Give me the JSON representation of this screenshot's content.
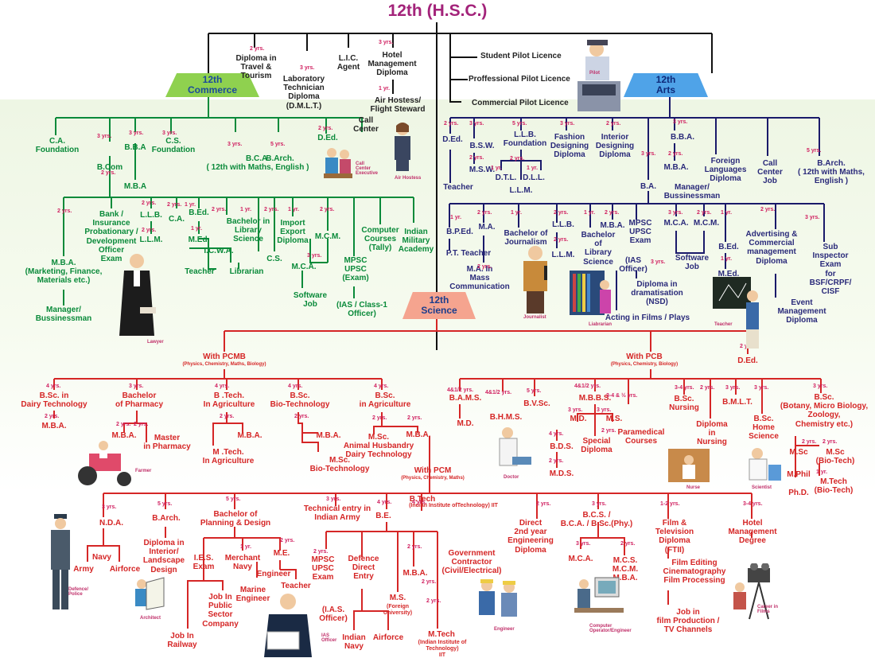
{
  "title": "12th (H.S.C.)",
  "hubs": {
    "commerce": "12th\nCommerce",
    "arts": "12th\nArts",
    "science": "12th\nScience"
  },
  "yr": "yrs.",
  "yr1": "yr.",
  "top_branch": {
    "travel": "Diploma in\nTravel &\nTourism",
    "lab": "Laboratory\nTechnician\nDiploma\n(D.M.L.T.)",
    "lic": "L.I.C.\nAgent",
    "hotel": "Hotel\nManagement\nDiploma",
    "air": "Air Hostess/\nFlight Steward",
    "pilot1": "Student Pilot Licence",
    "pilot2": "Proffessional Pilot Licence",
    "pilot3": "Commercial Pilot Licence"
  },
  "commerce": {
    "ca": "C.A.\nFoundation",
    "bba": "B.B.A",
    "cs": "C.S.\nFoundation",
    "bca": "B.C.A.\n( 12th with Maths, English )",
    "barch": "B.Arch.",
    "ded": "D.Ed.",
    "call": "Call\nCenter",
    "bcom": "B.Com",
    "mba": "M.B.A",
    "bank": "Bank /\nInsurance\nProbationary /\nDevelopment\nOfficer\nExam",
    "llb": "L.L.B.",
    "llm": "L.L.M.",
    "ca2": "C.A.",
    "bed": "B.Ed.",
    "med": "M.Ed.",
    "blib": "Bachelor in\nLibrary\nScience",
    "librarian": "Librarian",
    "import": "Import\nExport\nDiploma",
    "mcm": "M.C.M.",
    "comp": "Computer\nCourses\n(Tally)",
    "military": "Indian\nMilitary\nAcademy",
    "mba_long": "M.B.A.\n(Marketing, Finance,\nMaterials etc.)",
    "manager": "Manager/\nBussinessman",
    "icwa": "I.C.W.A.",
    "cs2": "C.S.",
    "teacher": "Teacher",
    "mca": "M.C.A.",
    "mpsc": "MPSC\nUPSC\n(Exam)",
    "software": "Software\nJob",
    "ias": "(IAS / Class-1\nOfficer)"
  },
  "arts": {
    "ded": "D.Ed.",
    "bsw": "B.S.W.",
    "llbf": "L.L.B.\nFoundation",
    "fashion": "Fashion\nDesigning\nDiploma",
    "interior": "Interior\nDesigning\nDiploma",
    "bba": "B.B.A.",
    "mba": "M.B.A.",
    "manager": "Manager/\nBussinessman",
    "foreign": "Foreign\nLanguages\nDiploma",
    "call": "Call\nCenter\nJob",
    "barch": "B.Arch.\n( 12th with Maths,\nEnglish )",
    "msw": "M.S.W.",
    "dtl": "D.T.L.",
    "dll": "D.L.L.",
    "llm": "L.L.M.",
    "teacher": "Teacher",
    "ba": "B.A.",
    "bped": "B.P.Ed.",
    "ma": "M.A.",
    "bjour": "Bachelor of\nJournalism",
    "llb": "L.L.B.",
    "llm2": "L.L.M.",
    "blib": "Bachelor\nof\nLibrary\nScience",
    "mba2": "M.B.A.",
    "mpsc": "MPSC\nUPSC\nExam",
    "iasoff": "(IAS\nOfficer)",
    "mca": "M.C.A.",
    "mcm": "M.C.M.",
    "software": "Software\nJob",
    "bed": "B.Ed.",
    "med": "M.Ed.",
    "advert": "Advertising &\nCommercial\nmanagement\nDiploma",
    "subins": "Sub\nInspector\nExam\nfor\nBSF/CRPF/\nCISF",
    "pt": "P.T. Teacher",
    "mamass": "M.A. In\nMass\nCommunication",
    "drama": "Diploma in\ndramatisation\n(NSD)",
    "acting": "Acting in Films / Plays",
    "event": "Event\nManagement\nDiploma",
    "ded2": "D.Ed."
  },
  "science": {
    "pcmb": "With PCMB",
    "pcmb_sub": "(Physics, Chemistry, Maths, Biology)",
    "pcb": "With PCB",
    "pcb_sub": "(Physics, Chemistry, Biology)",
    "pcm": "With PCM",
    "pcm_sub": "(Physics, Chemistry, Maths)",
    "dairy": "B.Sc. in\nDairy Technology",
    "dairy_mba": "M.B.A.",
    "pharm": "Bachelor\nof Pharmacy",
    "pharm_mba": "M.B.A.",
    "mpharm": "Master\nin Pharmacy",
    "btagri": "B .Tech.\nIn Agriculture",
    "mtagri": "M .Tech.\nIn Agriculture",
    "btagri_mba": "M.B.A.",
    "biotech": "B.Sc.\nBio-Technology",
    "biotech_mba": "M.B.A.",
    "mscbio": "M.Sc.\nBio-Technology",
    "bscagri": "B.Sc.\nin Agriculture",
    "mscanimal": "M.Sc.\nAnimal Husbandry\nDairy Technology",
    "bscagri_mba": "M.B.A.",
    "bams": "B.A.M.S.",
    "md1": "M.D.",
    "bhms": "B.H.M.S.",
    "bvsc": "B.V.Sc.",
    "mbbs": "M.B.B.S.",
    "md2": "M.D.",
    "ms": "M.S.",
    "special": "Special\nDiploma",
    "bds": "B.D.S.",
    "mds": "M.D.S.",
    "paramed": "Paramedical\nCourses",
    "bscnurs": "B.Sc.\nNursing",
    "dipnurs": "Diploma\nin\nNursing",
    "bmlt": "B.M.L.T.",
    "homesci": "B.Sc.\nHome\nScience",
    "bscbot": "B.Sc.\n(Botany, Micro Biology,\nZoology,\nChemistry etc.)",
    "msc": "M.Sc",
    "mscbt": "M.Sc\n(Bio-Tech)",
    "mphil": "M.Phil",
    "mtbt": "M.Tech\n(Bio-Tech)",
    "phd": "Ph.D.",
    "nda": "N.D.A.",
    "army": "Army",
    "navy": "Navy",
    "airforce": "Airforce",
    "barch": "B.Arch.",
    "dipinterior": "Diploma in\nInterior/\nLandscape\nDesign",
    "planning": "Bachelor of\nPlanning & Design",
    "ies": "I.E.S.\nExam",
    "merchant": "Merchant\nNavy",
    "marine": "Marine\nEngineer",
    "jobpublic": "Job In\nPublic\nSector\nCompany",
    "jobrail": "Job In\nRailway",
    "techentry": "Technical entry in\nIndian Army",
    "me": "M.E.",
    "engineer": "Engineer",
    "teacher": "Teacher",
    "mpsc": "MPSC\nUPSC\nExam",
    "iasoff": "(I.A.S.\nOfficer)",
    "be": "B.E.",
    "defence": "Defence\nDirect\nEntry",
    "indnavy": "Indian\nNavy",
    "airforce2": "Airforce",
    "msforeign": "M.S.",
    "msforeign_sub": "(Foreign\nUniversity)",
    "btech": "B.Tech",
    "btech_sub": "(Indian Institute ofTechnology) IIT",
    "btech_mba": "M.B.A.",
    "govt": "Government\nContractor\n(Civil/Electrical)",
    "mtech": "M.Tech",
    "mtech_sub": "(Indian Institute of\nTechnology)\nIIT",
    "direct": "Direct\n2nd year\nEngineering\nDiploma",
    "bcs": "B.C.S. /\nB.C.A. / B.Sc.(Phy.)",
    "mca": "M.C.A.",
    "mcs": "M.C.S.\nM.C.M.\nM.B.A.",
    "film": "Film &\nTelevision\nDiploma\n(FTII)",
    "filmedit": "Film Editing\nCinematography\nFilm Processing",
    "filmjob": "Job in\nfilm Production /\nTV Channels",
    "hotelmgmt": "Hotel\nManagement\nDegree"
  },
  "captions": {
    "pilot": "Pilot",
    "callexec": "Call\nCenter\nExecutive",
    "airhost": "Air Hostess",
    "lawyer": "Lawyer",
    "journalist": "Journalist",
    "librarian": "Liabrarian",
    "teacher": "Teacher",
    "farmer": "Farmer",
    "doctor": "Doctor",
    "nurse": "Nurse",
    "scientist": "Scientist",
    "defence": "Defence/\nPolice",
    "architect": "Architect",
    "iasofficer": "IAS\nOfficer",
    "engineer": "Engineer",
    "computer": "Computer\nOperator/Engineer",
    "film": "Career in\nFilms"
  },
  "colors": {
    "commerce": "#0a8a3a",
    "arts": "#2a2a7a",
    "science": "#d52626",
    "top": "#222222",
    "title": "#a3237a"
  }
}
